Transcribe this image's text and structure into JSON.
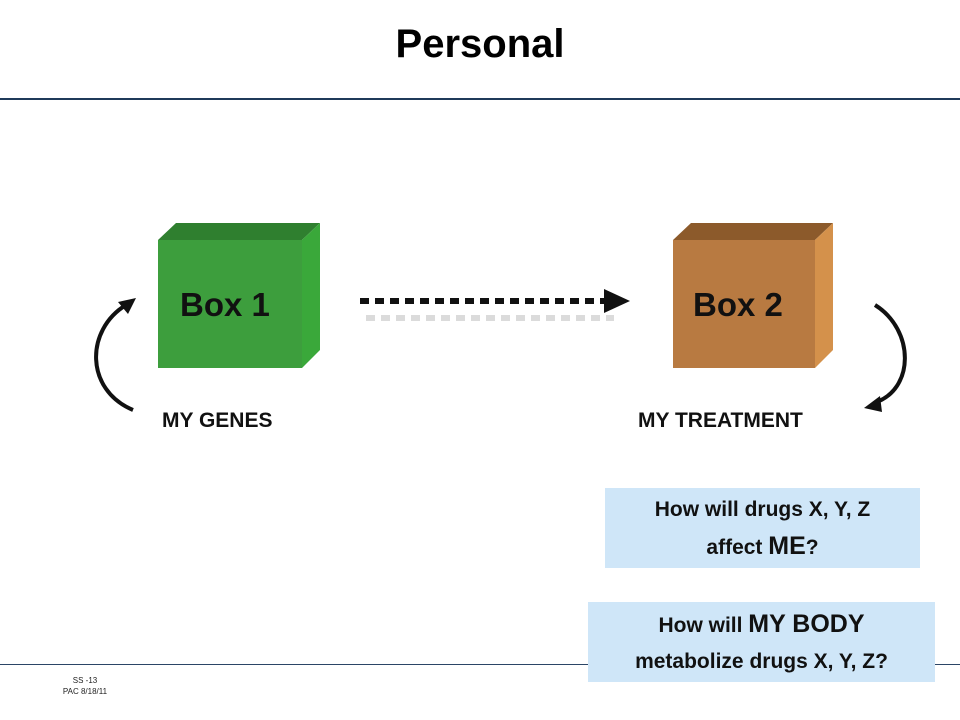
{
  "title": "Personal",
  "box1": {
    "label": "Box 1",
    "caption": "MY GENES",
    "color": "#3d9e3d"
  },
  "box2": {
    "label": "Box 2",
    "caption": "MY TREATMENT",
    "color": "#b87a41"
  },
  "question1": {
    "line1": "How will drugs X, Y, Z",
    "line2_pre": "affect ",
    "line2_emph": "ME",
    "line2_post": "?"
  },
  "question2": {
    "line1_pre": "How will ",
    "line1_emph": "MY BODY",
    "line2": "metabolize drugs X, Y, Z?"
  },
  "footer": {
    "line1": "SS -13",
    "line2": "PAC 8/18/11"
  }
}
